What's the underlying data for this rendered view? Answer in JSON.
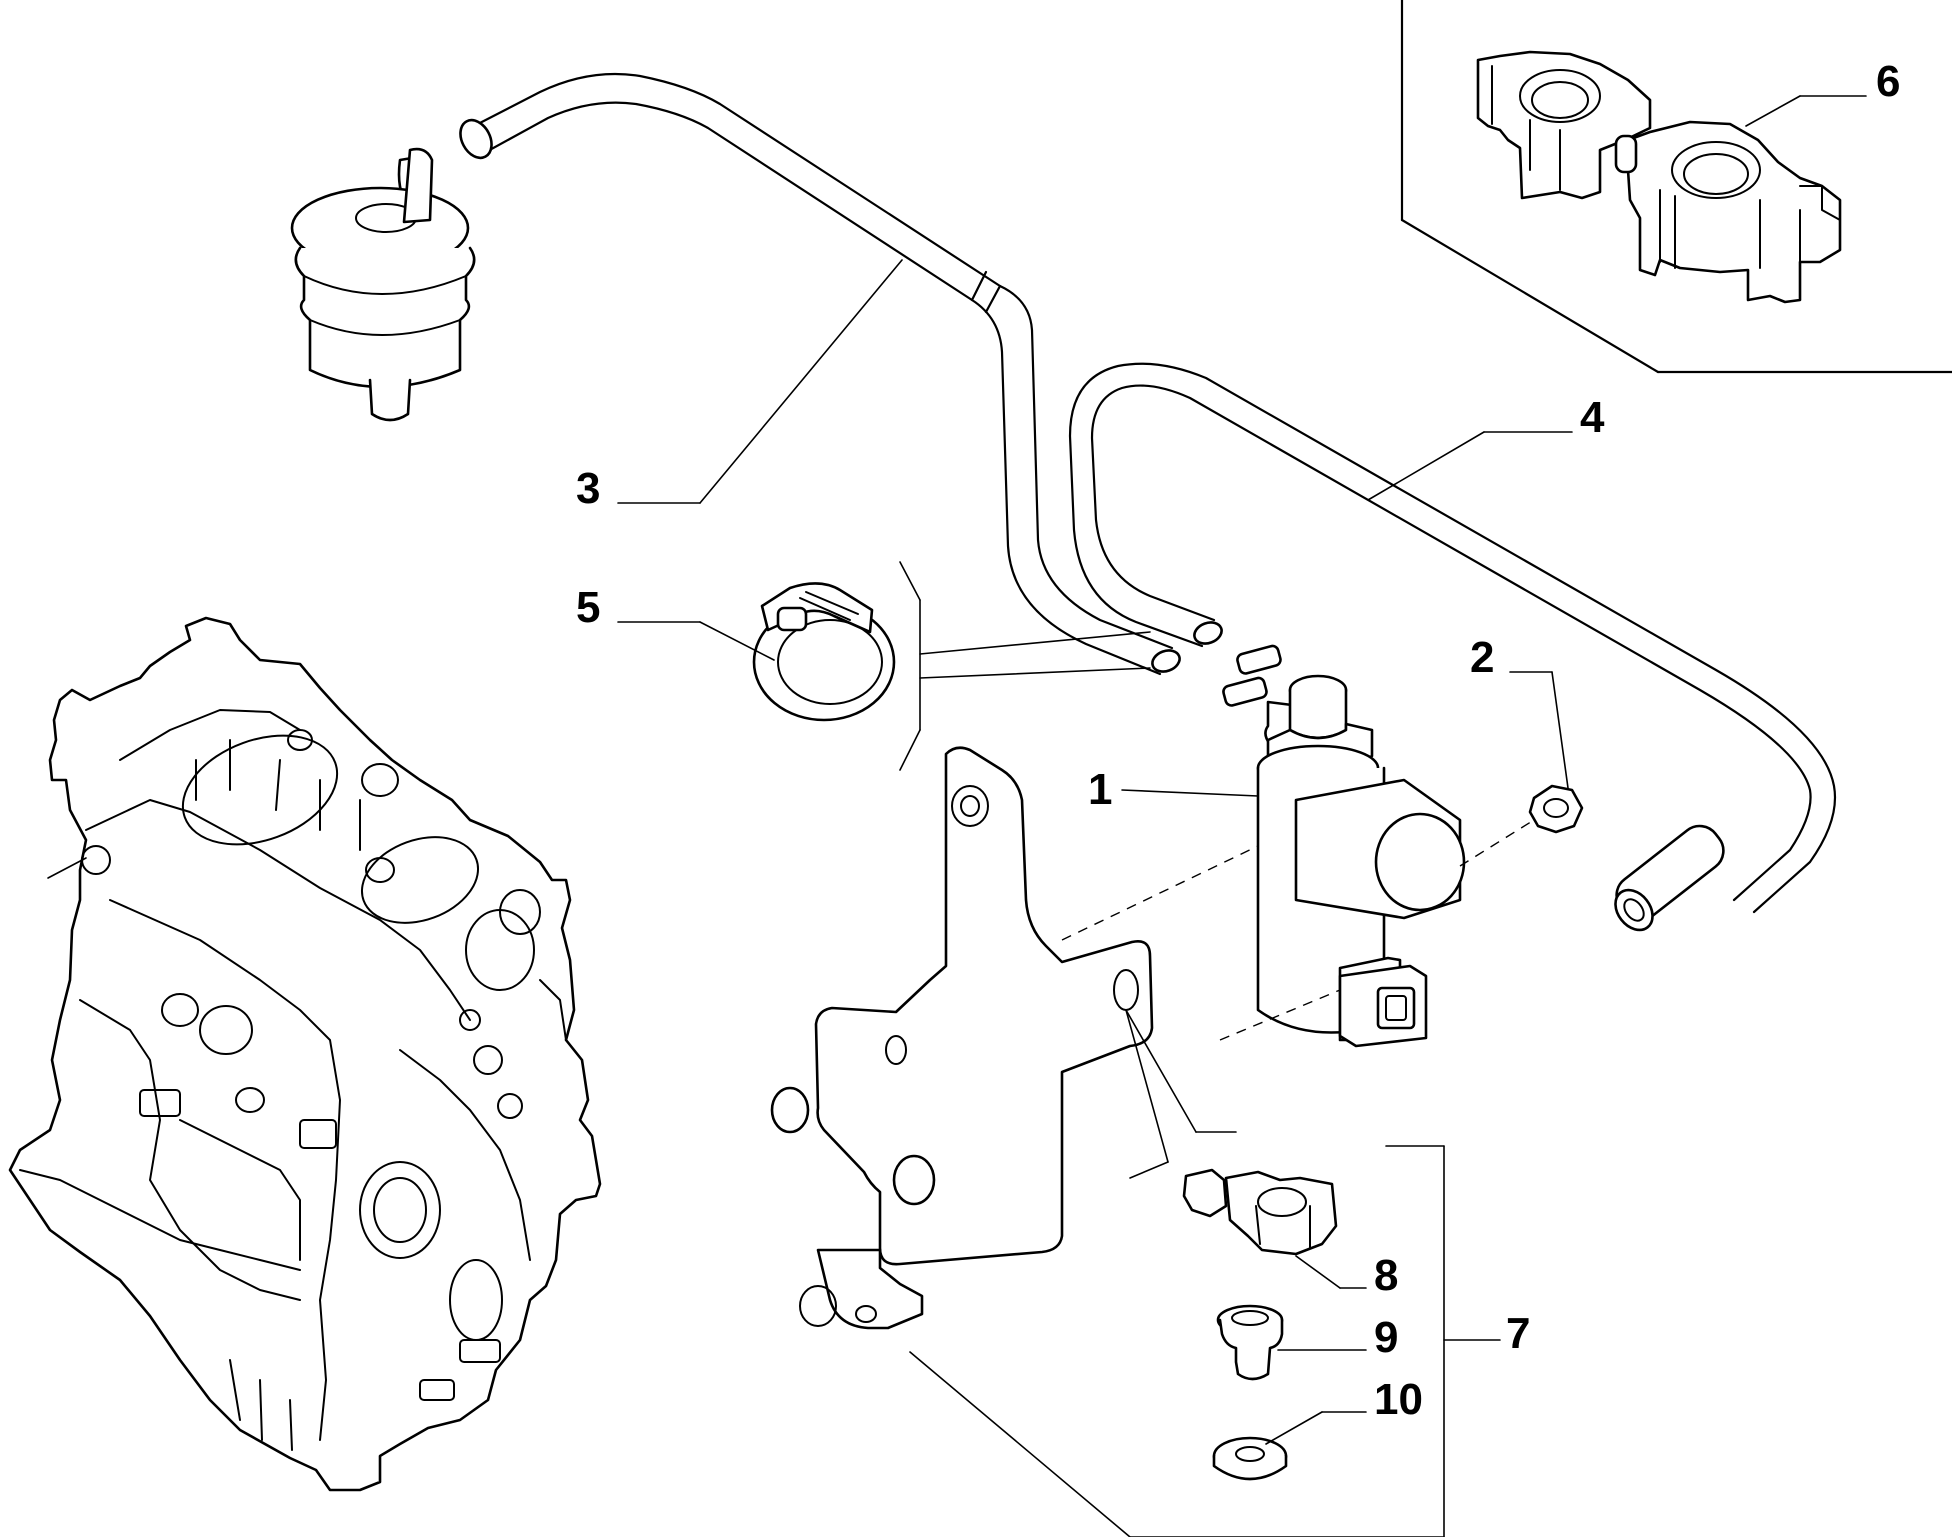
{
  "callouts": {
    "c1": "1",
    "c2": "2",
    "c3": "3",
    "c4": "4",
    "c5": "5",
    "c6": "6",
    "c7": "7",
    "c8": "8",
    "c9": "9",
    "c10": "10"
  },
  "line_color": "#000000",
  "background_color": "#ffffff"
}
